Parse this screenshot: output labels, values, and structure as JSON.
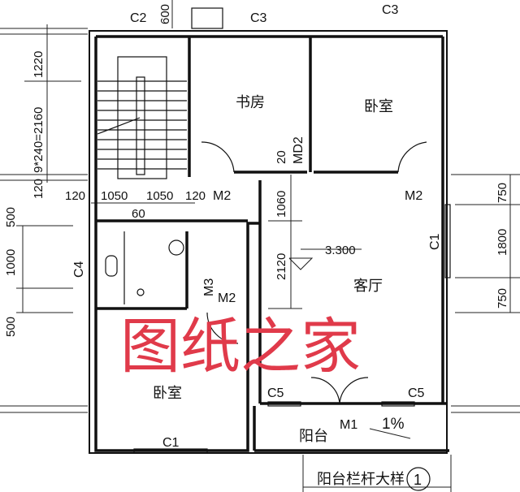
{
  "rooms": {
    "study": "书房",
    "bedroom_top": "卧室",
    "living": "客厅",
    "bedroom_bottom": "卧室",
    "balcony": "阳台"
  },
  "openings": {
    "c2": "C2",
    "c3a": "C3",
    "c3b": "C3",
    "c4": "C4",
    "c1_right": "C1",
    "c1_bottom": "C1",
    "c5a": "C5",
    "c5b": "C5",
    "m1": "M1",
    "m2a": "M2",
    "m2b": "M2",
    "m2c": "M2",
    "m3": "M3",
    "md2": "MD2"
  },
  "dimensions": {
    "d600": "600",
    "d1220": "1220",
    "d2160": "9*240=2160",
    "d120v": "120",
    "d500a": "500",
    "d1000": "1000",
    "d500b": "500",
    "d120a": "120",
    "d1050a": "1050",
    "d1050b": "1050",
    "d120b": "120",
    "d60": "60",
    "d20": "20",
    "d1060": "1060",
    "d2120": "2120",
    "d750a": "750",
    "d1800": "1800",
    "d750b": "750"
  },
  "elevation": "3.300",
  "slope": "1%",
  "detail_label": "阳台栏杆大样",
  "detail_number": "1",
  "watermark": "图纸之家",
  "colors": {
    "lines": "#111111",
    "watermark": "#e03a4a"
  }
}
